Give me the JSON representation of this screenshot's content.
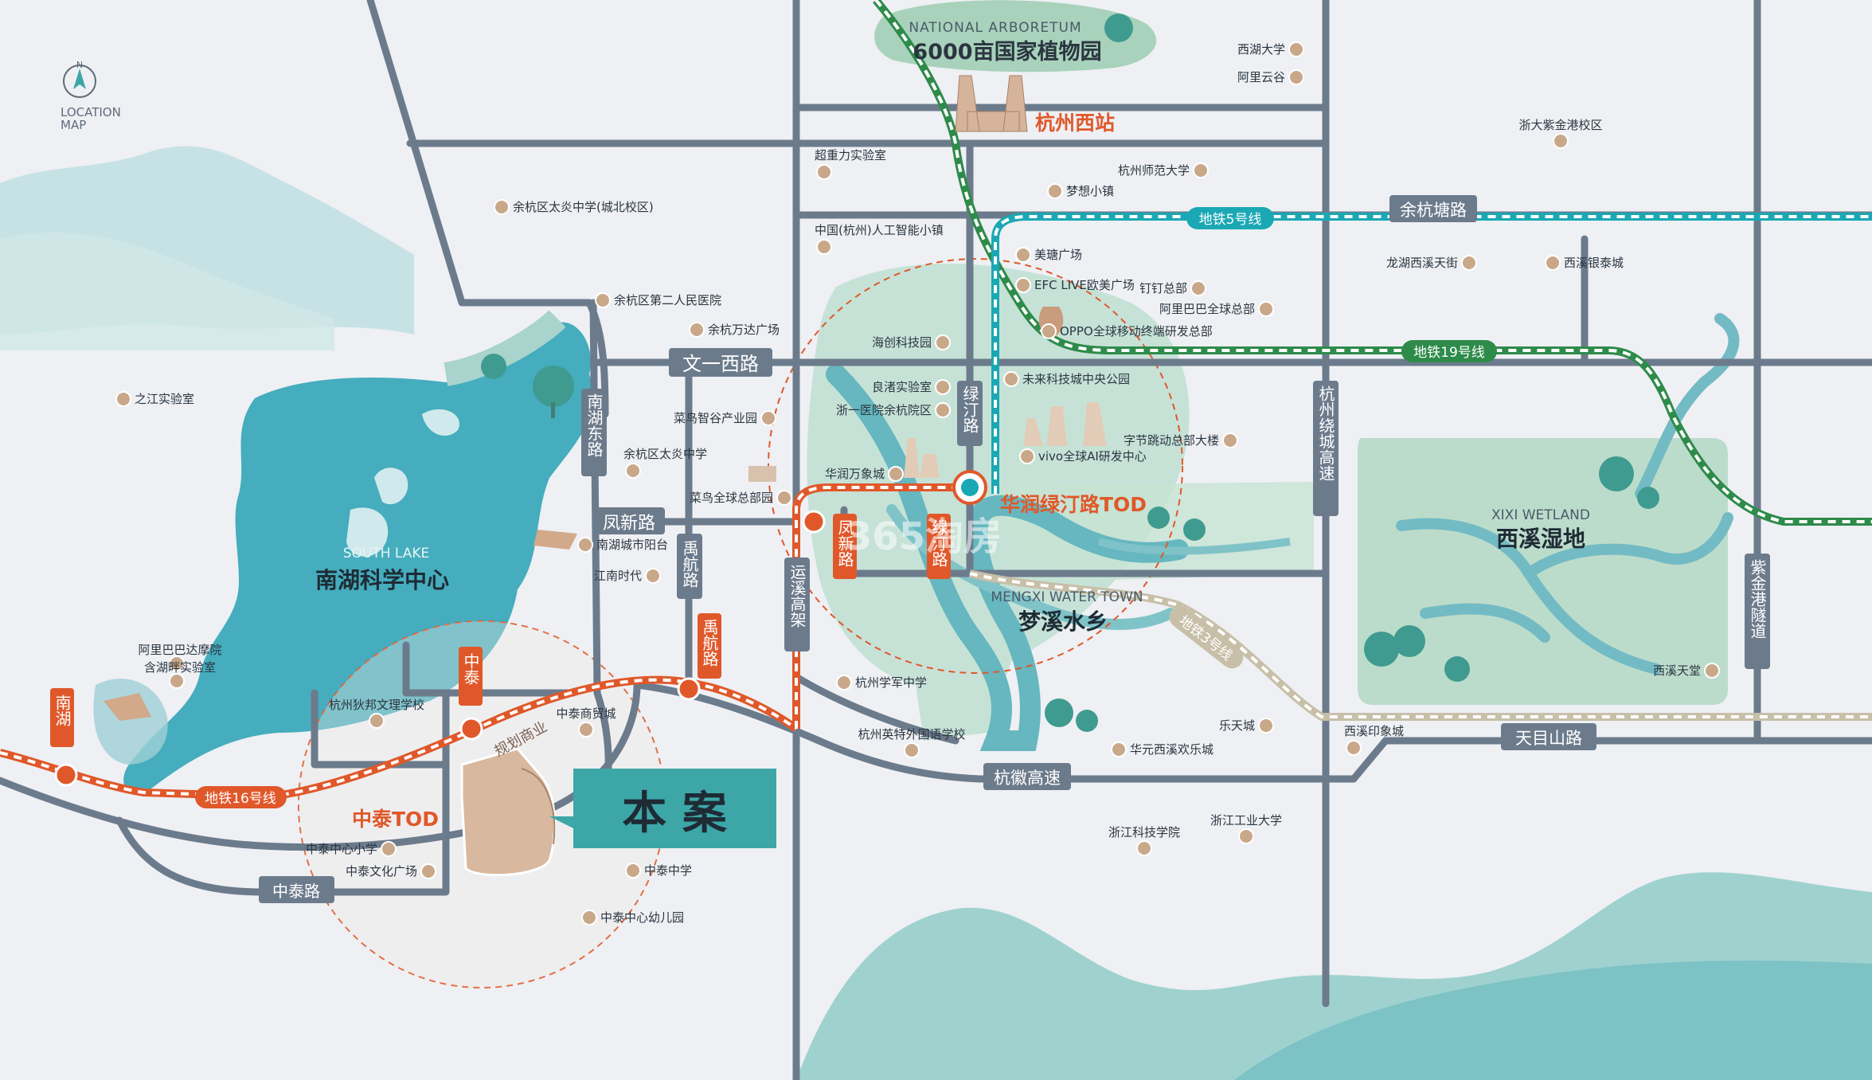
{
  "compass": {
    "north": "N",
    "line1": "LOCATION",
    "line2": "MAP"
  },
  "colors": {
    "background": "#eef0f4",
    "road": "#6c7b8c",
    "metro16": "#e0582a",
    "metro5": "#1aa8b4",
    "metro19": "#2e8b4a",
    "metro3": "#c8bfa8",
    "water": "#4fb0bf",
    "greenzone": "#b9d9c8",
    "project": "#3da7a8"
  },
  "roads": {
    "wenyi": "文一西路",
    "fengxin_h": "凤新路",
    "yuhang_v1": "禹航路",
    "yuhang_v2": "禹航路",
    "nanhu_east": "南湖东路",
    "yunxi": "运溪高架",
    "fengxin_v": "凤新路",
    "lvting_v1": "绿汀路",
    "lvting_v2": "绿汀路",
    "hangzhou_ring": "杭州绕城高速",
    "yuhangtang": "余杭塘路",
    "hanghui": "杭徽高速",
    "tianmushan": "天目山路",
    "zijingang": "紫金港隧道",
    "zhongtai_road": "中泰路",
    "zhongtai_v": "中泰",
    "nanhu_v": "南湖"
  },
  "metro": {
    "line16": "地铁16号线",
    "line5": "地铁5号线",
    "line19": "地铁19号线",
    "line3": "地铁3号线"
  },
  "areas": {
    "arboretum_en": "NATIONAL ARBORETUM",
    "arboretum_cn": "6000亩国家植物园",
    "west_station": "杭州西站",
    "south_lake_en": "SOUTH LAKE",
    "south_lake_cn": "南湖科学中心",
    "mengxi_en": "MENGXI WATER TOWN",
    "mengxi_cn": "梦溪水乡",
    "xixi_en": "XIXI WETLAND",
    "xixi_cn": "西溪湿地",
    "tod_huarun": "华润绿汀路TOD",
    "tod_zhongtai": "中泰TOD",
    "planned_business": "规划商业",
    "project": "本 案"
  },
  "pois": [
    {
      "label": "西湖大学"
    },
    {
      "label": "阿里云谷"
    },
    {
      "label": "浙大紫金港校区"
    },
    {
      "label": "超重力实验室"
    },
    {
      "label": "杭州师范大学"
    },
    {
      "label": "梦想小镇"
    },
    {
      "label": "余杭区太炎中学(城北校区)"
    },
    {
      "label": "中国(杭州)人工智能小镇"
    },
    {
      "label": "美瑭广场"
    },
    {
      "label": "EFC LIVE欧美广场"
    },
    {
      "label": "钉钉总部"
    },
    {
      "label": "阿里巴巴全球总部"
    },
    {
      "label": "OPPO全球移动终端研发总部"
    },
    {
      "label": "龙湖西溪天街"
    },
    {
      "label": "西溪银泰城"
    },
    {
      "label": "余杭区第二人民医院"
    },
    {
      "label": "余杭万达广场"
    },
    {
      "label": "海创科技园"
    },
    {
      "label": "之江实验室"
    },
    {
      "label": "良渚实验室"
    },
    {
      "label": "浙一医院余杭院区"
    },
    {
      "label": "未来科技城中央公园"
    },
    {
      "label": "菜鸟智谷产业园"
    },
    {
      "label": "字节跳动总部大楼"
    },
    {
      "label": "vivo全球AI研发中心"
    },
    {
      "label": "华润万象城"
    },
    {
      "label": "余杭区太炎中学"
    },
    {
      "label": "菜鸟全球总部园"
    },
    {
      "label": "南湖城市阳台"
    },
    {
      "label": "江南时代"
    },
    {
      "label": "阿里巴巴达摩院"
    },
    {
      "label": "含湖畔实验室"
    },
    {
      "label": "杭州学军中学"
    },
    {
      "label": "杭州狄邦文理学校"
    },
    {
      "label": "中泰商贸城"
    },
    {
      "label": "杭州英特外国语学校"
    },
    {
      "label": "乐天城"
    },
    {
      "label": "华元西溪欢乐城"
    },
    {
      "label": "西溪印象城"
    },
    {
      "label": "西溪天堂"
    },
    {
      "label": "中泰中心小学"
    },
    {
      "label": "中泰文化广场"
    },
    {
      "label": "中泰中学"
    },
    {
      "label": "中泰中心幼儿园"
    },
    {
      "label": "浙江科技学院"
    },
    {
      "label": "浙江工业大学"
    }
  ],
  "watermark": "365淘房"
}
